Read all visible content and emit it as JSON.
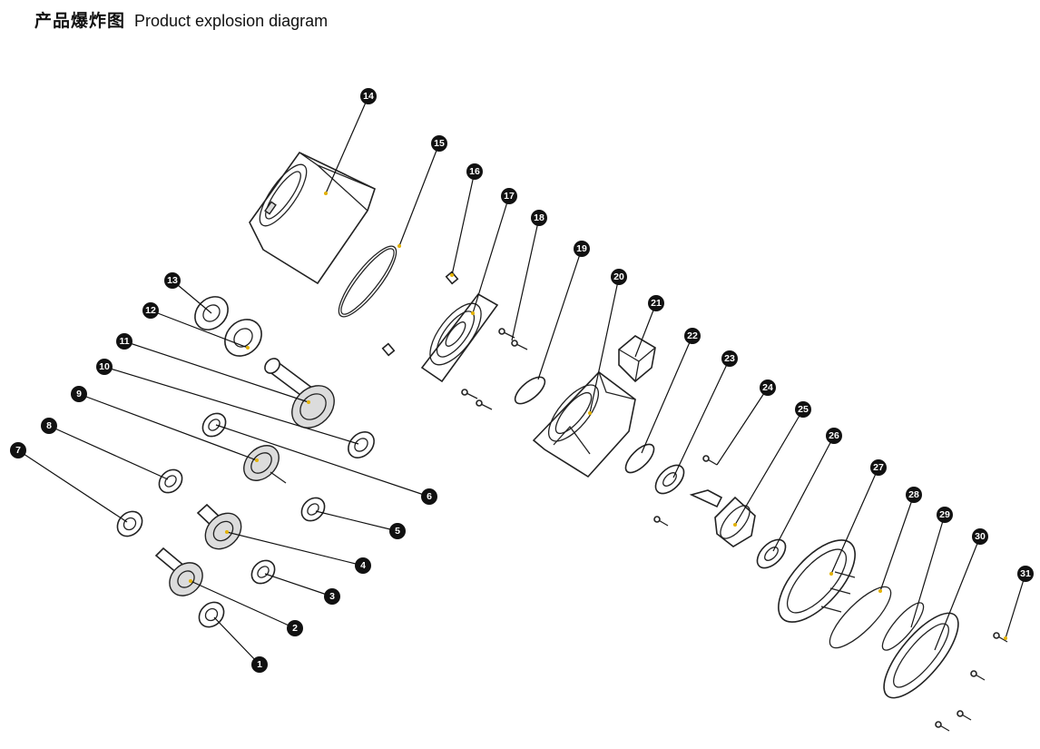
{
  "header": {
    "title_cn": "产品爆炸图",
    "title_en": "Product explosion diagram"
  },
  "colors": {
    "line": "#222222",
    "callout_fill": "#111111",
    "callout_text": "#ffffff",
    "anchor_dot": "#e2b100"
  },
  "callouts": [
    "1",
    "2",
    "3",
    "4",
    "5",
    "6",
    "7",
    "8",
    "9",
    "10",
    "11",
    "12",
    "13",
    "14",
    "15",
    "16",
    "17",
    "18",
    "19",
    "20",
    "21",
    "22",
    "23",
    "24",
    "25",
    "26",
    "27",
    "28",
    "29",
    "30",
    "31"
  ]
}
